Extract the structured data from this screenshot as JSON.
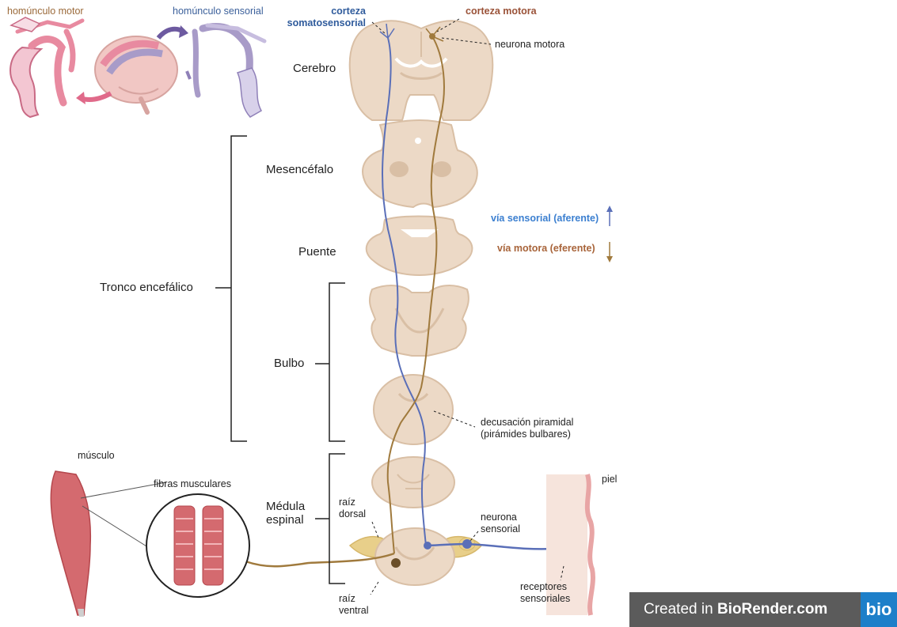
{
  "labels": {
    "motor_homunculus": "homúnculo motor",
    "sensory_homunculus": "homúnculo sensorial",
    "somatosensory_cortex": "corteza\nsomatosensorial",
    "motor_cortex": "corteza motora",
    "motor_neuron": "neurona motora",
    "cerebrum": "Cerebro",
    "midbrain": "Mesencéfalo",
    "pons": "Puente",
    "brainstem": "Tronco encefálico",
    "medulla": "Bulbo",
    "spinal_cord": "Médula\nespinal",
    "sensory_pathway": "vía sensorial (aferente)",
    "motor_pathway": "vía motora (eferente)",
    "pyramidal_decussation": "decusación piramidal\n(pirámides bulbares)",
    "muscle": "músculo",
    "muscle_fibers": "fibras musculares",
    "dorsal_root": "raíz\ndorsal",
    "ventral_root": "raíz\nventral",
    "sensory_neuron": "neurona\nsensorial",
    "skin": "piel",
    "sensory_receptors": "receptores\nsensoriales"
  },
  "watermark": {
    "prefix": "Created in ",
    "brand": "BioRender.com",
    "logo": "bio"
  },
  "colors": {
    "tissue": "#ecd9c6",
    "tissue_dark": "#d9bfa5",
    "sensory": "#5a6fb8",
    "motor": "#a07a3d",
    "muscle": "#d46a6f",
    "motor_homunculus": "#e88aa0",
    "sensory_homunculus": "#a89bc8",
    "ganglion": "#e8cf8a"
  }
}
